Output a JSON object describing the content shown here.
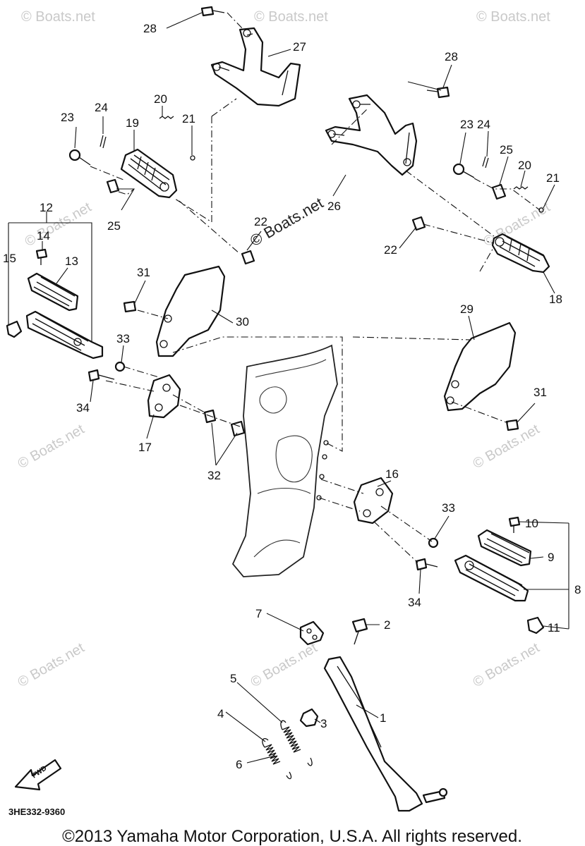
{
  "diagram": {
    "callouts": {
      "c1": "1",
      "c2": "2",
      "c3": "3",
      "c4": "4",
      "c5": "5",
      "c6": "6",
      "c7": "7",
      "c8": "8",
      "c9": "9",
      "c10": "10",
      "c11": "11",
      "c12": "12",
      "c13": "13",
      "c14": "14",
      "c15": "15",
      "c16": "16",
      "c17": "17",
      "c18": "18",
      "c19": "19",
      "c20a": "20",
      "c20b": "20",
      "c21a": "21",
      "c21b": "21",
      "c22a": "22",
      "c22b": "22",
      "c23a": "23",
      "c23b": "23",
      "c24a": "24",
      "c24b": "24",
      "c25a": "25",
      "c25b": "25",
      "c26": "26",
      "c27": "27",
      "c28a": "28",
      "c28b": "28",
      "c29": "29",
      "c30": "30",
      "c31a": "31",
      "c31b": "31",
      "c32": "32",
      "c33a": "33",
      "c33b": "33",
      "c34a": "34",
      "c34b": "34"
    },
    "fwd_label": "FWD",
    "diagram_code": "3HE332-9360",
    "watermark": "© Boats.net",
    "copyright": "©2013 Yamaha Motor Corporation, U.S.A. All rights reserved."
  }
}
